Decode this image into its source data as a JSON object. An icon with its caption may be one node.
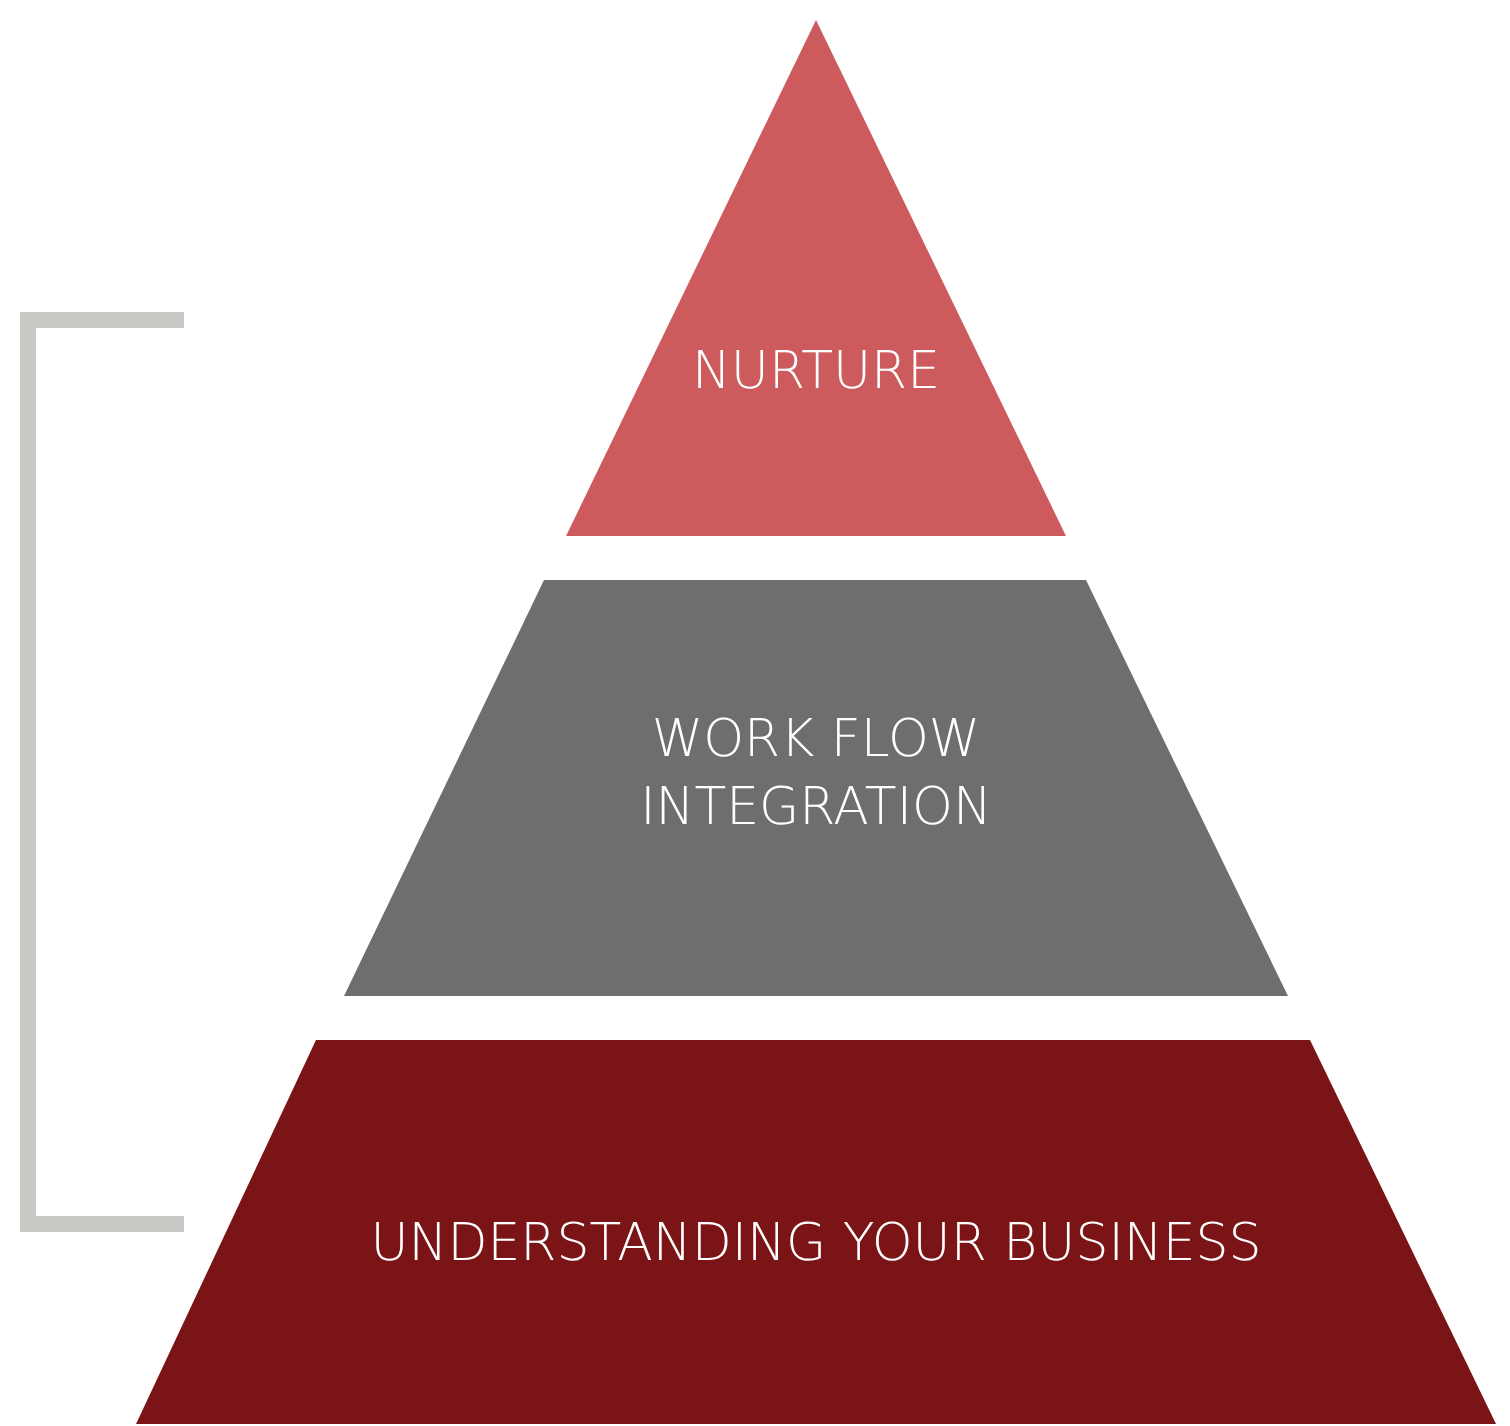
{
  "diagram": {
    "nodes": [
      {
        "text": [
          "NURTURE"
        ]
      },
      {
        "text": [
          "WORK FLOW INTEGRATION"
        ]
      },
      {
        "text": [
          "UNDERSTANDING YOUR BUSINESS"
        ]
      }
    ]
  }
}
